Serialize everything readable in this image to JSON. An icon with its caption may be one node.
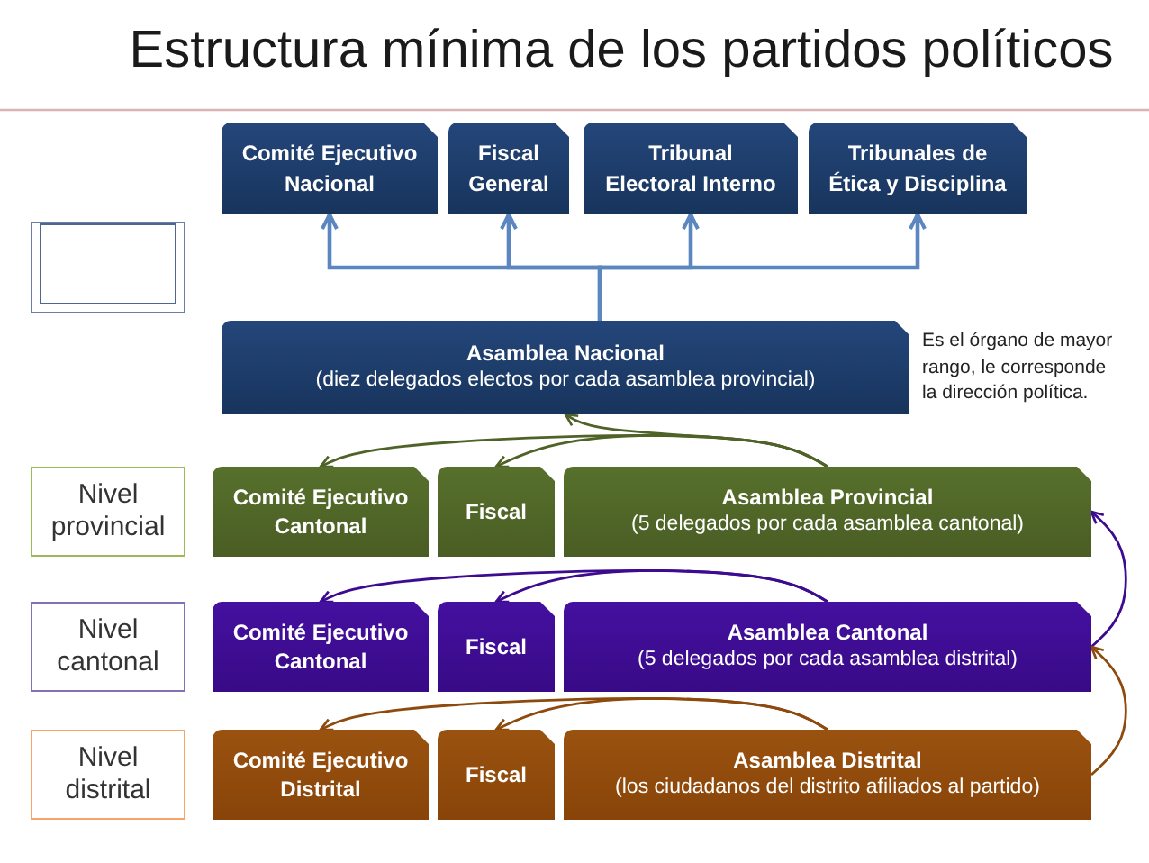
{
  "diagram": {
    "title": "Estructura mínima de los partidos políticos",
    "nodes": [
      {
        "text": [
          "Comité Ejecutivo Nacional"
        ]
      },
      {
        "text": [
          "Fiscal General"
        ]
      },
      {
        "text": [
          "Tribunal Electoral Interno"
        ]
      },
      {
        "text": [
          "Tribunales de Ética y Disciplina"
        ]
      },
      {
        "text": [],
        "shape": "box"
      },
      {
        "text": [
          "Asamblea Nacional",
          "(diez delegados electos por cada asamblea provincial)"
        ],
        "beside": [
          "Es el órgano de mayor rango, le corresponde la dirección política."
        ]
      },
      {
        "text": [
          "Nivel provincial"
        ]
      },
      {
        "text": [
          "Comité Ejecutivo Cantonal"
        ]
      },
      {
        "text": [
          "Fiscal"
        ]
      },
      {
        "text": [
          "Asamblea Provincial",
          "(5 delegados por cada asamblea cantonal)"
        ]
      },
      {
        "text": [
          "Nivel cantonal"
        ]
      },
      {
        "text": [
          "Comité Ejecutivo Cantonal"
        ]
      },
      {
        "text": [
          "Fiscal"
        ]
      },
      {
        "text": [
          "Asamblea Cantonal",
          "(5 delegados por cada asamblea distrital)"
        ]
      },
      {
        "text": [
          "Nivel distrital"
        ]
      },
      {
        "text": [
          "Comité Ejecutivo Distrital"
        ]
      },
      {
        "text": [
          "Fiscal"
        ]
      },
      {
        "text": [
          "Asamblea Distrital",
          "(los ciudadanos del distrito afiliados al partido)"
        ]
      }
    ],
    "edges": [
      {
        "from": 5,
        "to": 0,
        "arrow": "to"
      },
      {
        "from": 5,
        "to": 1,
        "arrow": "to"
      },
      {
        "from": 5,
        "to": 2,
        "arrow": "to"
      },
      {
        "from": 5,
        "to": 3,
        "arrow": "to"
      },
      {
        "from": 9,
        "to": 5,
        "arrow": "to",
        "color": "#4f6228"
      },
      {
        "from": 9,
        "to": 7,
        "arrow": "to",
        "color": "#4f6228"
      },
      {
        "from": 9,
        "to": 8,
        "arrow": "to",
        "color": "#4f6228"
      },
      {
        "from": 13,
        "to": 11,
        "arrow": "to",
        "color": "#3d0b90"
      },
      {
        "from": 13,
        "to": 12,
        "arrow": "to",
        "color": "#3d0b90"
      },
      {
        "from": 13,
        "to": 9,
        "arrow": "to",
        "color": "#3d0b90"
      },
      {
        "from": 17,
        "to": 15,
        "arrow": "to",
        "color": "#8e4a0c"
      },
      {
        "from": 17,
        "to": 16,
        "arrow": "to",
        "color": "#8e4a0c"
      },
      {
        "from": 17,
        "to": 13,
        "arrow": "to",
        "color": "#8e4a0c"
      }
    ]
  }
}
